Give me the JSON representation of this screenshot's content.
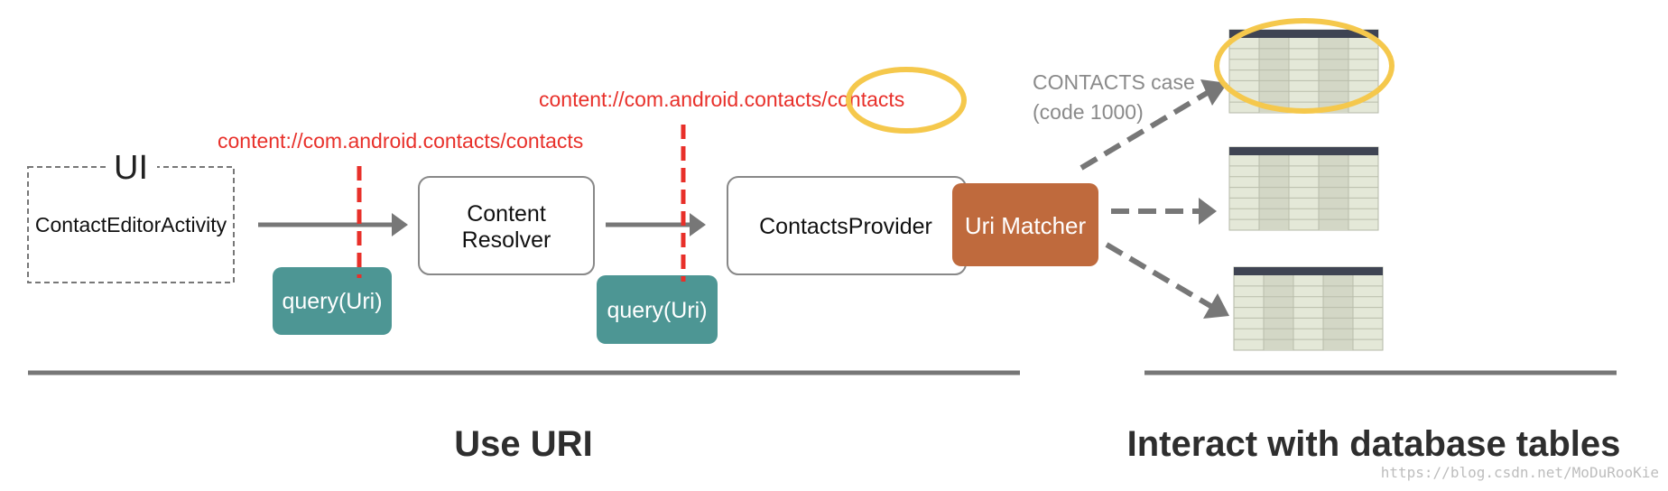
{
  "colors": {
    "red_uri": "#e8302a",
    "teal_query": "#4d9694",
    "orange_matcher": "#bf6a3d",
    "yellow_highlight": "#f5c84c",
    "gray_arrow": "#777777",
    "table_header": "#3f4453",
    "table_body": "#e4e8d8"
  },
  "nodes": {
    "ui_label": "UI",
    "activity": "ContactEditorActivity",
    "query1": "query(Uri)",
    "query2": "query(Uri)",
    "resolver_line1": "Content",
    "resolver_line2": "Resolver",
    "provider": "ContactsProvider",
    "matcher": "Uri Matcher"
  },
  "uris": {
    "uri1": "content://com.android.contacts/contacts",
    "uri2_prefix": "content://com.android.contacts",
    "uri2_suffix": "/contacts"
  },
  "match_note": {
    "line1": "CONTACTS case",
    "line2": "(code 1000)"
  },
  "sections": {
    "left": "Use URI",
    "right": "Interact with database tables"
  },
  "watermark": "https://blog.csdn.net/MoDuRooKie"
}
